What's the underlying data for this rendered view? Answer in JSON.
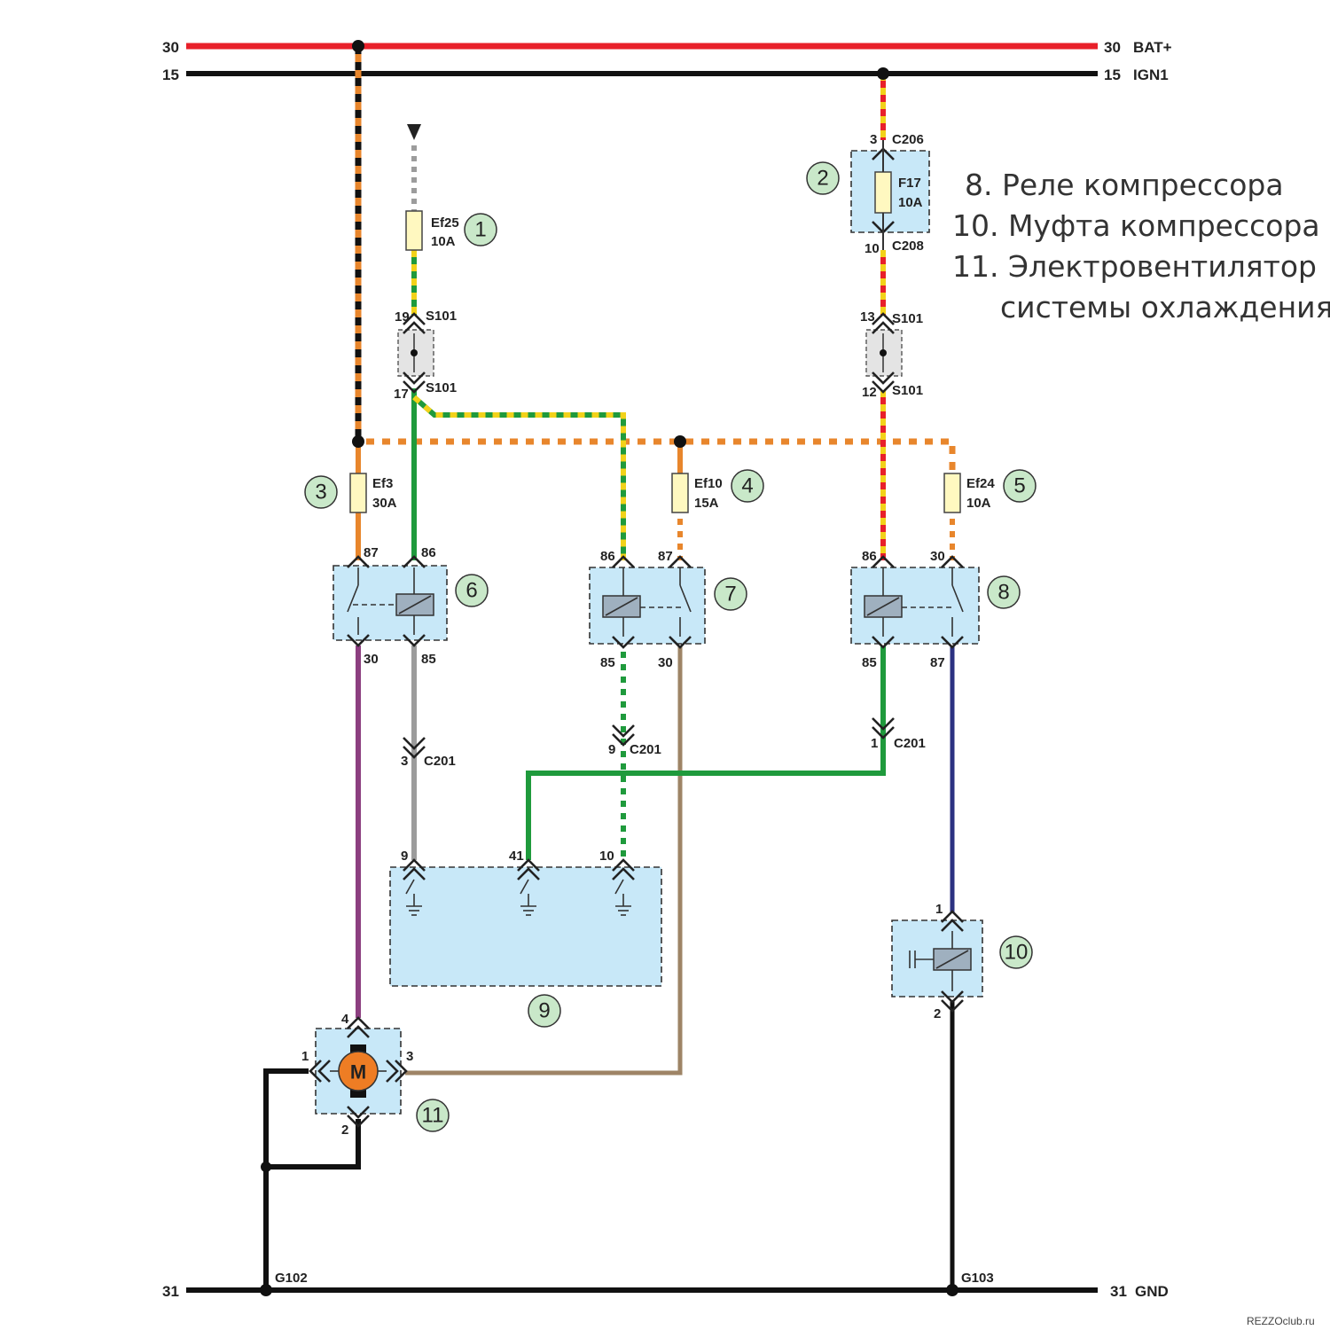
{
  "rails": {
    "bat": {
      "left": "30",
      "right_num": "30",
      "right_name": "BAT+"
    },
    "ign": {
      "left": "15",
      "right_num": "15",
      "right_name": "IGN1"
    },
    "gnd": {
      "left": "31",
      "right_num": "31",
      "right_name": "GND"
    }
  },
  "grounds": {
    "g102": "G102",
    "g103": "G103"
  },
  "fuses": {
    "ef25": {
      "name": "Ef25",
      "rating": "10A",
      "number": "1"
    },
    "f17": {
      "name": "F17",
      "rating": "10A",
      "number": "2"
    },
    "ef3": {
      "name": "Ef3",
      "rating": "30A",
      "number": "3"
    },
    "ef10": {
      "name": "Ef10",
      "rating": "15A",
      "number": "4"
    },
    "ef24": {
      "name": "Ef24",
      "rating": "10A",
      "number": "5"
    }
  },
  "connectors": {
    "c206_pin": "3",
    "c206": "C206",
    "c208_pin": "10",
    "c208": "C208",
    "s101_left_top_pin": "19",
    "s101_left_top": "S101",
    "s101_left_bot_pin": "17",
    "s101_left_bot": "S101",
    "s101_right_top_pin": "13",
    "s101_right_top": "S101",
    "s101_right_bot_pin": "12",
    "s101_right_bot": "S101",
    "c201_a_pin": "3",
    "c201_a": "C201",
    "c201_b_pin": "9",
    "c201_b": "C201",
    "c201_c_pin": "1",
    "c201_c": "C201"
  },
  "relays": {
    "r6": {
      "number": "6",
      "pin_tl": "87",
      "pin_tr": "86",
      "pin_bl": "30",
      "pin_br": "85"
    },
    "r7": {
      "number": "7",
      "pin_tl": "86",
      "pin_tr": "87",
      "pin_bl": "85",
      "pin_br": "30"
    },
    "r8": {
      "number": "8",
      "pin_tl": "86",
      "pin_tr": "30",
      "pin_bl": "85",
      "pin_br": "87"
    }
  },
  "ecu": {
    "number": "9",
    "pin_a": "9",
    "pin_b": "41",
    "pin_c": "10"
  },
  "clutch": {
    "number": "10",
    "pin_top": "1",
    "pin_bot": "2"
  },
  "fan": {
    "number": "11",
    "motor": "M",
    "pin_top": "4",
    "pin_left": "1",
    "pin_right": "3",
    "pin_bot": "2"
  },
  "legend": {
    "line1": "8. Реле компрессора",
    "line2": "10. Муфта компрессора",
    "line3": "11. Электровентилятор",
    "line4": "системы охлаждения"
  },
  "watermark": "REZZOclub.ru",
  "colors": {
    "red": "#e8202a",
    "black": "#111111",
    "orange": "#e8862c",
    "yellow": "#f2d21a",
    "green": "#1f9a3c",
    "white": "#ffffff",
    "gray": "#9c9c9c",
    "purple": "#8c3f80",
    "tan": "#9e8466",
    "navy": "#2c3282",
    "component": "#c8e8f8"
  }
}
